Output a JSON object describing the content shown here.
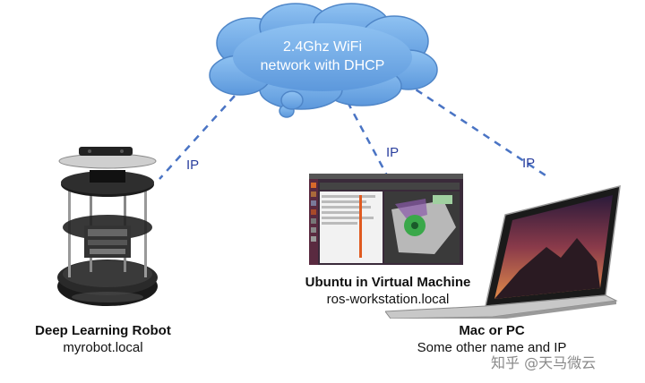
{
  "cloud": {
    "line1": "2.4Ghz WiFi",
    "line2": "network with DHCP",
    "color": "#6aa9e8"
  },
  "links": {
    "robot_label": "IP",
    "vm_label": "IP",
    "mac_label": "IP",
    "color": "#4a74c4"
  },
  "nodes": {
    "robot": {
      "title": "Deep Learning Robot",
      "subtitle": "myrobot.local"
    },
    "vm": {
      "title": "Ubuntu in Virtual Machine",
      "subtitle": "ros-workstation.local"
    },
    "mac": {
      "title": "Mac or PC",
      "subtitle": "Some other name and IP"
    }
  },
  "watermark": "知乎 @天马微云"
}
